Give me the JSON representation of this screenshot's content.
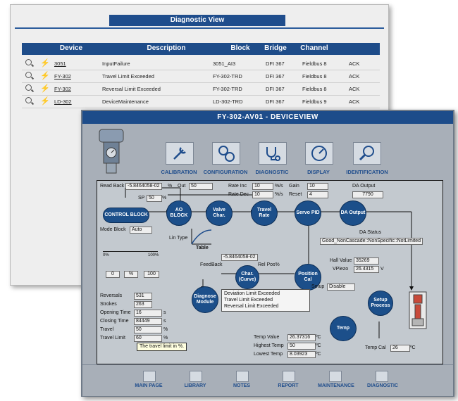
{
  "diagnostic_view": {
    "title": "Diagnostic View",
    "columns": [
      "Device",
      "Description",
      "Block",
      "Bridge",
      "Channel"
    ],
    "rows": [
      {
        "device": "3051",
        "description": "InputFailure",
        "block": "3051_AI3",
        "bridge": "DFI 367",
        "channel": "Fieldbus 8",
        "ack": "ACK"
      },
      {
        "device": "FY-302",
        "description": "Travel Limit Exceeded",
        "block": "FY-302-TRD",
        "bridge": "DFI 367",
        "channel": "Fieldbus 8",
        "ack": "ACK"
      },
      {
        "device": "FY-302",
        "description": "Reversal Limit Exceeded",
        "block": "FY-302-TRD",
        "bridge": "DFI 367",
        "channel": "Fieldbus 8",
        "ack": "ACK"
      },
      {
        "device": "LD-302",
        "description": "DeviceMaintenance",
        "block": "LD-302-TRD",
        "bridge": "DFI 367",
        "channel": "Fieldbus 9",
        "ack": "ACK"
      }
    ]
  },
  "device_view": {
    "title": "FY-302-AV01 - DEVICEVIEW",
    "toolbar": [
      "CALIBRATION",
      "CONFIGURATION",
      "DIAGNOSTIC",
      "DISPLAY",
      "IDENTIFICATION"
    ],
    "read_back_label": "Read Back",
    "read_back_value": "-5.8464058-02",
    "read_back_unit": "%",
    "out_label": "Out",
    "out_value": "50",
    "sp_label": "SP",
    "sp_value": "50",
    "sp_unit": "%",
    "mode_block_label": "Mode Block",
    "mode_block_value": "Auto",
    "control_block": "CONTROL BLOCK",
    "ao_block": "AO BLOCK",
    "valve_char": "Valve Char.",
    "travel_rate": "Travel Rate",
    "servo_pid": "Servo PID",
    "da_output": "DA Output",
    "rate_inc_label": "Rate Inc",
    "rate_inc_value": "10",
    "rate_inc_unit": "%/s",
    "rate_dec_label": "Rate Dec",
    "rate_dec_value": "10",
    "rate_dec_unit": "%/s",
    "gain_label": "Gain",
    "gain_value": "10",
    "reset_label": "Reset",
    "reset_value": "4",
    "da_output_label": "DA Output",
    "da_output_value": "7790",
    "lin_type_label": "Lin Type",
    "table_label": "Table",
    "da_status_label": "DA Status",
    "da_status_value": "Good_NonCascade::NonSpecific::NotLimited",
    "scale_min": "0%",
    "scale_max": "100%",
    "range_low": "0",
    "range_unit": "%",
    "range_high": "100",
    "feedback_label": "FeedBack",
    "feedback_value": "-5.8464058-02",
    "rel_pos_label": "Rel Pos%",
    "char_curve": "Char. (Curve)",
    "position_cal": "Position Cal",
    "hall_value_label": "Hall Value",
    "hall_value": "35269",
    "vpiezo_label": "VPiezo",
    "vpiezo_value": "26.4315",
    "vpiezo_unit": "V",
    "setup_label": "Setup",
    "setup_value": "Disable",
    "setup_process": "Setup Process",
    "diagnose_module": "Diagnose Module",
    "alarms": [
      "Deviation Limit Exceeded",
      "Travel Limit Exceeded",
      "Reversal Limit Exceeded"
    ],
    "stats": [
      {
        "label": "Reversals",
        "value": "531",
        "unit": ""
      },
      {
        "label": "Strokes",
        "value": "263",
        "unit": ""
      },
      {
        "label": "Opening Time",
        "value": "16",
        "unit": "s"
      },
      {
        "label": "Closing Time",
        "value": "84449",
        "unit": "s"
      },
      {
        "label": "Travel",
        "value": "50",
        "unit": "%"
      },
      {
        "label": "Travel Limit",
        "value": "60",
        "unit": "%"
      }
    ],
    "tooltip": "The travel limit in %.",
    "temp": "Temp",
    "temp_value_label": "Temp Value",
    "temp_value": "26.37316",
    "temp_unit": "ºC",
    "highest_temp_label": "Highest Temp",
    "highest_temp_value": "50",
    "lowest_temp_label": "Lowest Temp",
    "lowest_temp_value": "8.03923",
    "temp_cal_label": "Temp Cal",
    "temp_cal_value": "26",
    "footer": [
      "MAIN PAGE",
      "LIBRARY",
      "NOTES",
      "REPORT",
      "MAINTENANCE",
      "DIAGNOSTIC"
    ]
  }
}
